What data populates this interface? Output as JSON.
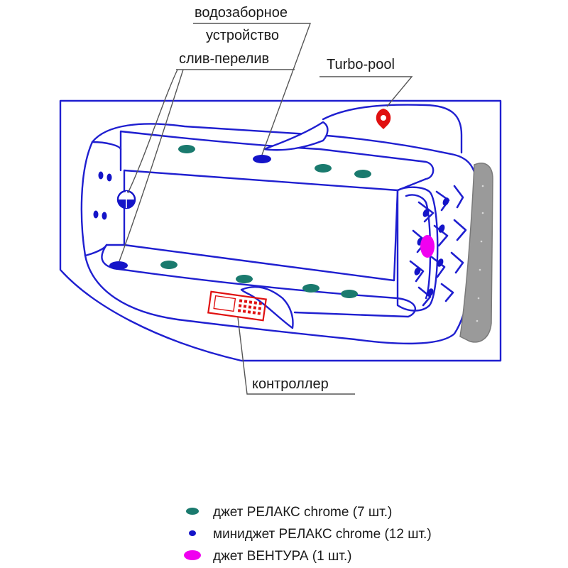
{
  "labels": {
    "intake_line1": "водозаборное",
    "intake_line2": "устройство",
    "drain": "слив-перелив",
    "turbo": "Turbo-pool",
    "controller": "контроллер"
  },
  "legend": {
    "relax_jet": "джет РЕЛАКС chrome (7 шт.)",
    "minijet": "миниджет РЕЛАКС chrome (12 шт.)",
    "ventura": "джет ВЕНТУРА (1 шт.)"
  },
  "colors": {
    "outline": "#1f1fd0",
    "relax_jet": "#1a7a6e",
    "minijet": "#1414c8",
    "ventura": "#f000f0",
    "turbo_pool": "#e01010",
    "controller": "#e01010",
    "headrest": "#9a9a9a"
  }
}
